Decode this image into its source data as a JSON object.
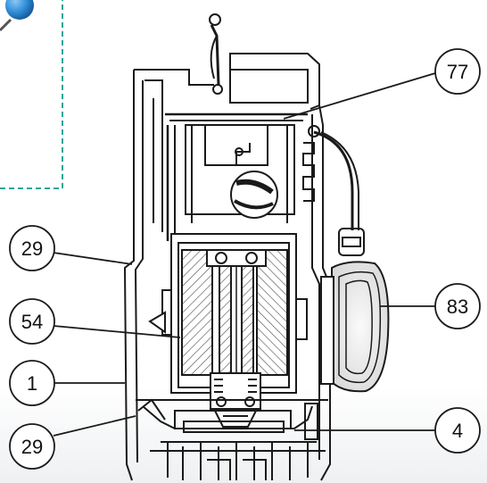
{
  "callouts": [
    {
      "id": "c77",
      "label": "77"
    },
    {
      "id": "c29a",
      "label": "29"
    },
    {
      "id": "c83",
      "label": "83"
    },
    {
      "id": "c54",
      "label": "54"
    },
    {
      "id": "c1",
      "label": "1"
    },
    {
      "id": "c29b",
      "label": "29"
    },
    {
      "id": "c4",
      "label": "4"
    }
  ],
  "colors": {
    "line": "#1a1a1a",
    "hatch": "#444444",
    "inset_border": "#2aa59a",
    "ball": "#2f8fd8"
  }
}
